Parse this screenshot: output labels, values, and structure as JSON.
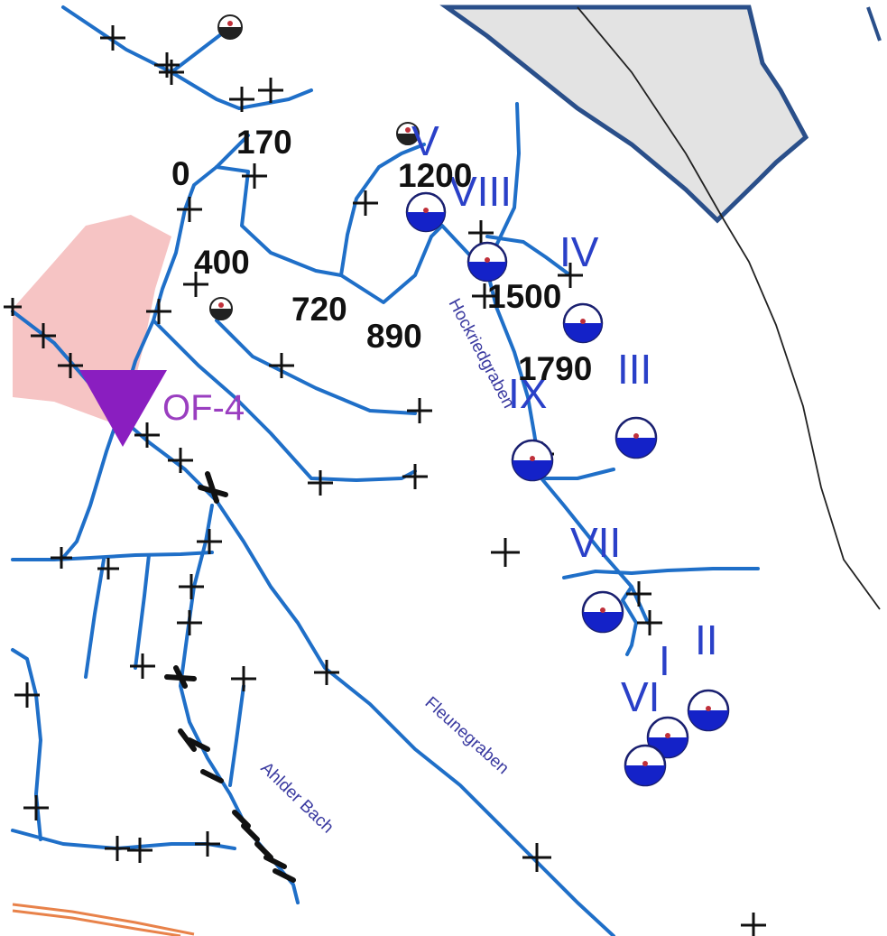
{
  "colors": {
    "water": "#1f6fc8",
    "well_fill": "#1422c8",
    "well_dot": "#c0303a",
    "gray_area": "#e3e3e3",
    "gray_border": "#2a4f8a",
    "pink_area": "#f6c4c4",
    "orange_line": "#e8824a",
    "triangle": "#8a1ec0",
    "cross": "#111111"
  },
  "markers": {
    "outfall_label": "OF-4",
    "outfall_icon": "triangle-down-icon",
    "well_icon": "half-filled-circle-icon",
    "point_icon": "filled-circle-icon",
    "cross_icon": "plus-cross-icon"
  },
  "distance_labels": [
    "0",
    "170",
    "400",
    "720",
    "890",
    "1200",
    "1500",
    "1790"
  ],
  "well_labels": [
    "V",
    "VIII",
    "IV",
    "III",
    "IX",
    "VII",
    "II",
    "I",
    "VI"
  ],
  "stream_labels": [
    "Hockriedgraben",
    "Fleunegraben",
    "Ahlder Bach"
  ]
}
